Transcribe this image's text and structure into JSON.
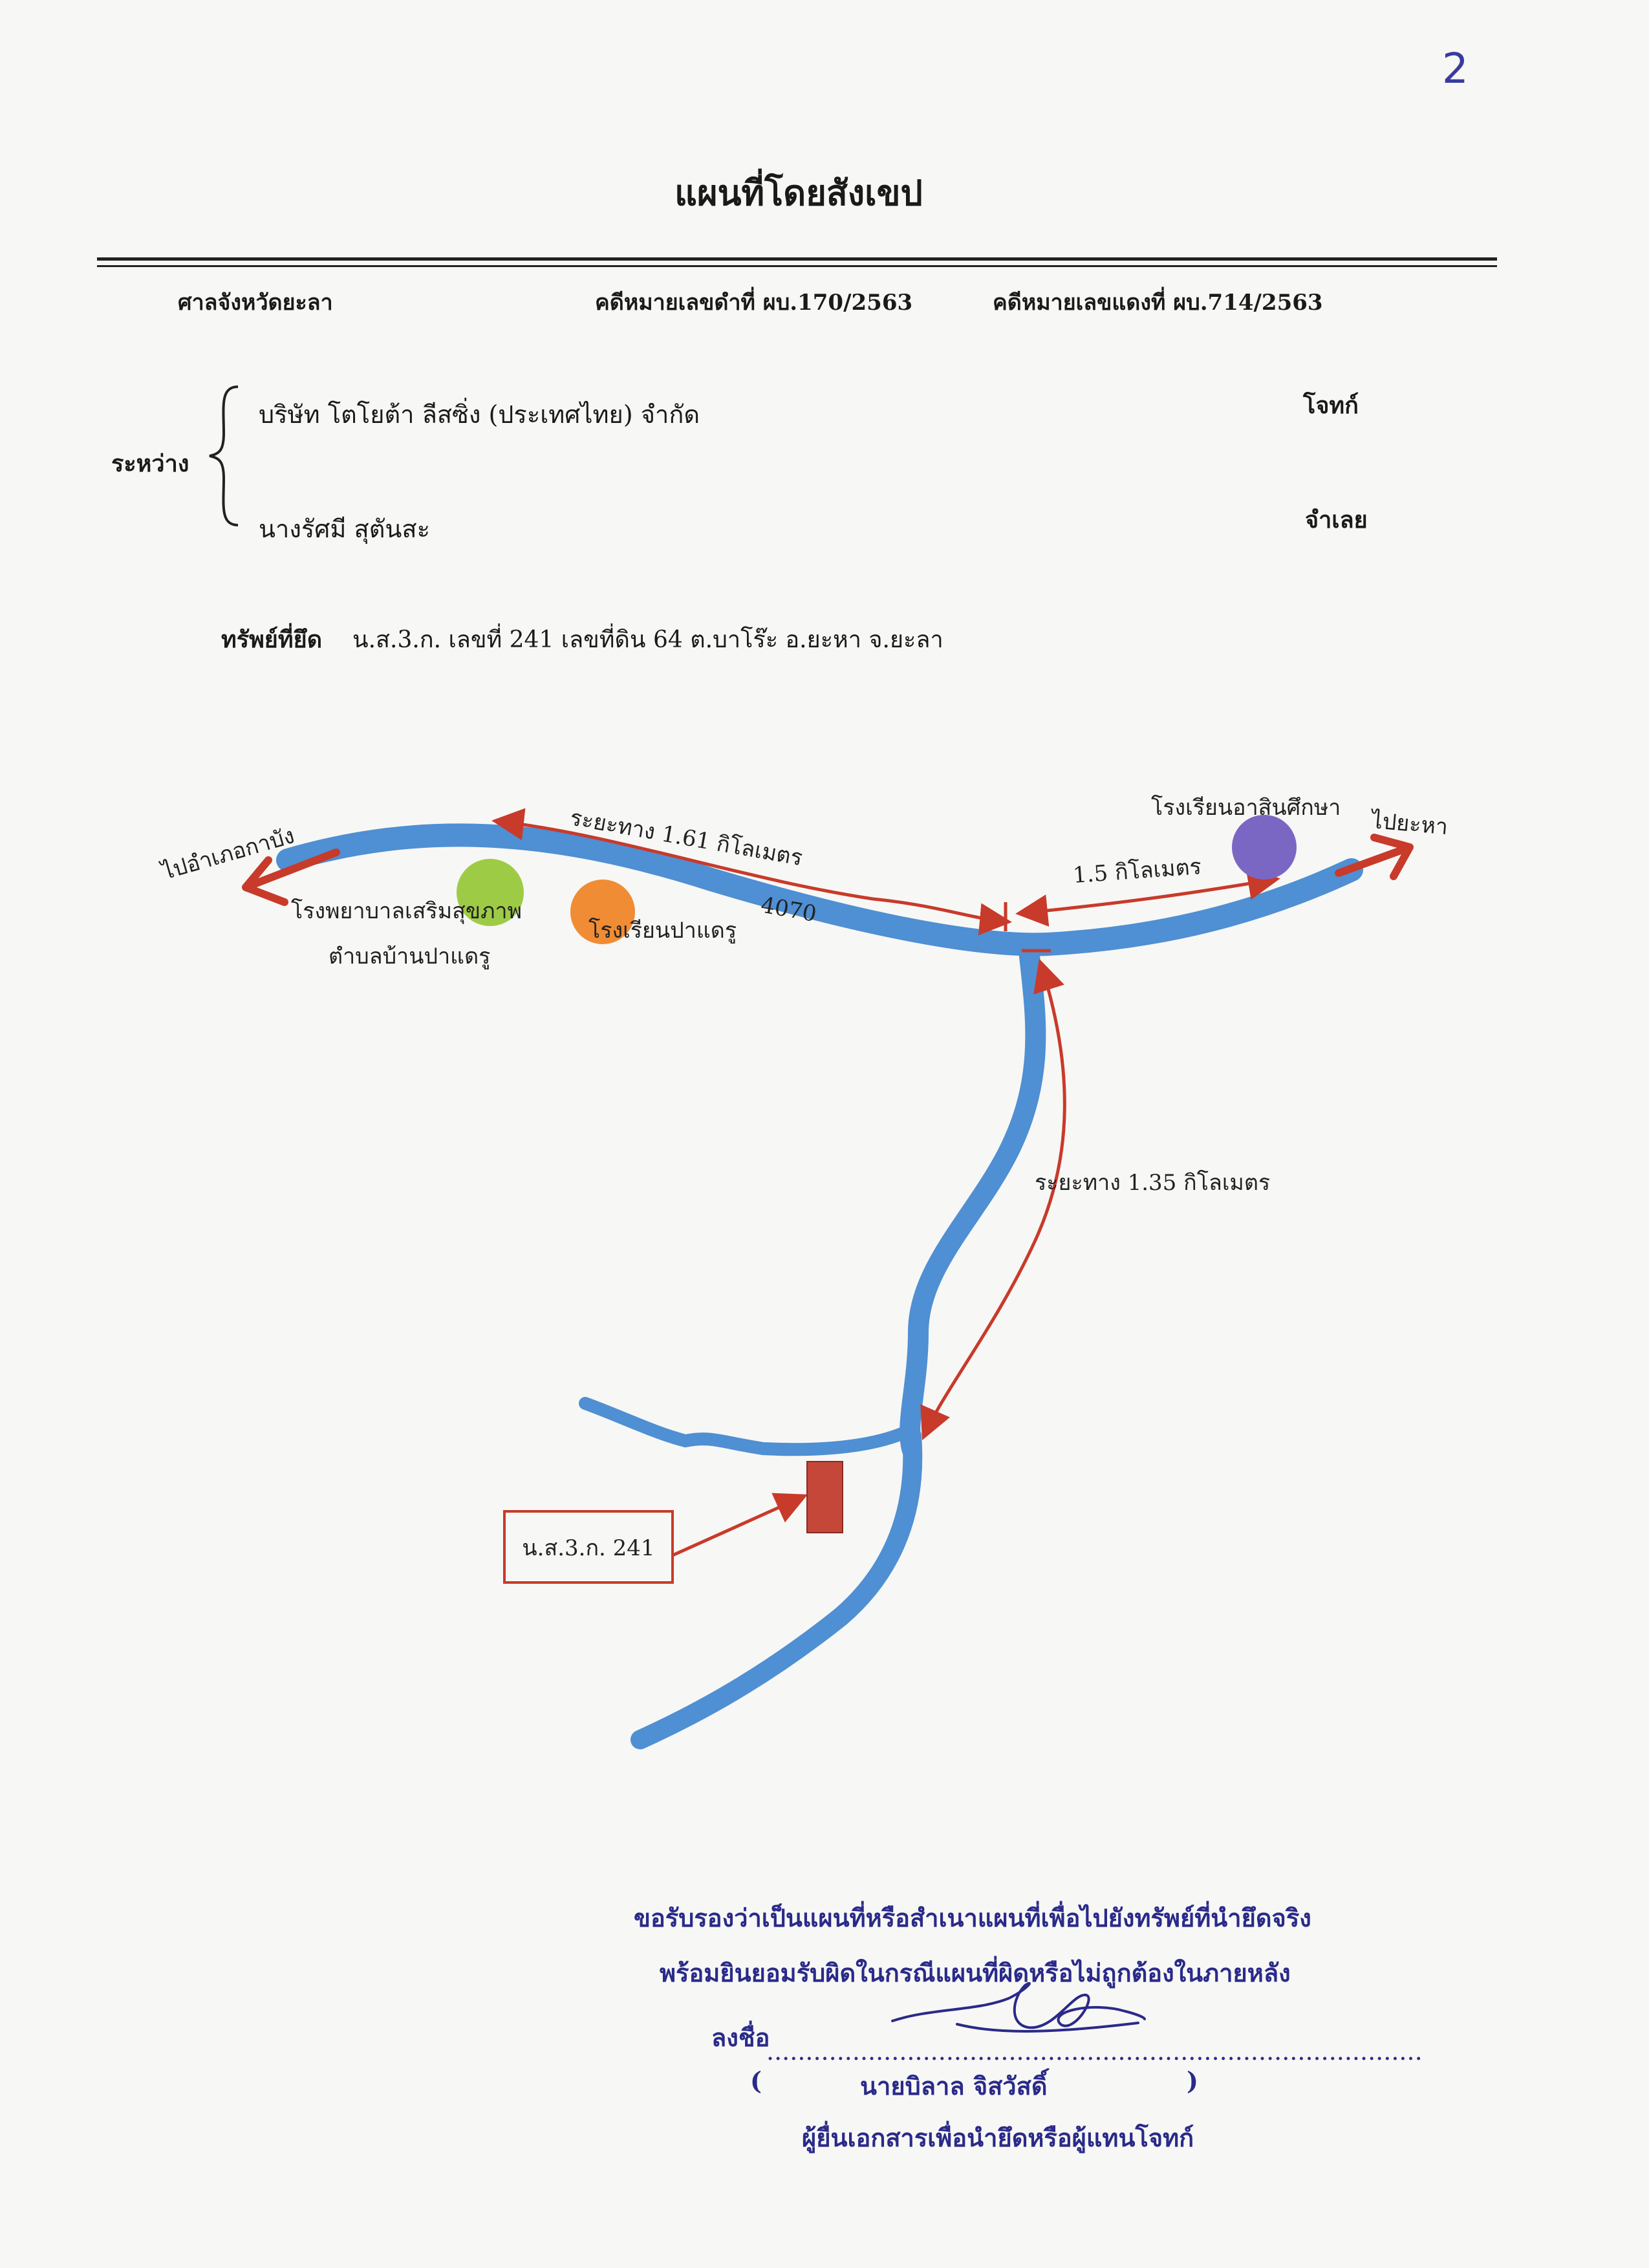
{
  "page_number": "2",
  "title": "แผนที่โดยสังเขป",
  "header": {
    "court": "ศาลจังหวัดยะลา",
    "black_case": "คดีหมายเลขดำที่ ผบ.170/2563",
    "red_case": "คดีหมายเลขแดงที่ ผบ.714/2563"
  },
  "parties": {
    "between_label": "ระหว่าง",
    "plaintiff_name": "บริษัท โตโยต้า ลีสซิ่ง (ประเทศไทย) จำกัด",
    "plaintiff_role": "โจทก์",
    "defendant_name": "นางรัศมี สุตันสะ",
    "defendant_role": "จำเลย"
  },
  "property": {
    "label": "ทรัพย์ที่ยึด",
    "description": "น.ส.3.ก. เลขที่ 241 เลขที่ดิน 64 ต.บาโร๊ะ อ.ยะหา จ.ยะลา"
  },
  "map": {
    "to_kabang": "ไปอำเภอกาบัง",
    "to_yaha": "ไปยะหา",
    "distance_west": "ระยะทาง 1.61 กิโลเมตร",
    "road_number": "4070",
    "distance_east": "1.5 กิโลเมตร",
    "distance_south": "ระยะทาง 1.35 กิโลเมตร",
    "hospital_line1": "โรงพยาบาลเสริมสุขภาพ",
    "hospital_line2": "ตำบลบ้านปาแดรู",
    "school_padaeru": "โรงเรียนปาแดรู",
    "school_asin": "โรงเรียนอาสินศึกษา",
    "parcel_label": "น.ส.3.ก. 241",
    "colors": {
      "road": "#4f8fd3",
      "arrow": "#c83a2a",
      "hospital_marker": "#9ecb45",
      "school_padaeru_marker": "#f08c34",
      "school_asin_marker": "#7a67c4",
      "parcel": "#c4473a"
    }
  },
  "certification": {
    "line1": "ขอรับรองว่าเป็นแผนที่หรือสำเนาแผนที่เพื่อไปยังทรัพย์ที่นำยึดจริง",
    "line2": "พร้อมยินยอมรับผิดในกรณีแผนที่ผิดหรือไม่ถูกต้องในภายหลัง",
    "sign_label": "ลงชื่อ",
    "sign_line": "....................................................................................",
    "paren_open": "(",
    "signer_name": "นายบิลาล   จิสวัสดิ์",
    "paren_close": ")",
    "signer_role": "ผู้ยื่นเอกสารเพื่อนำยึดหรือผู้แทนโจทก์"
  }
}
